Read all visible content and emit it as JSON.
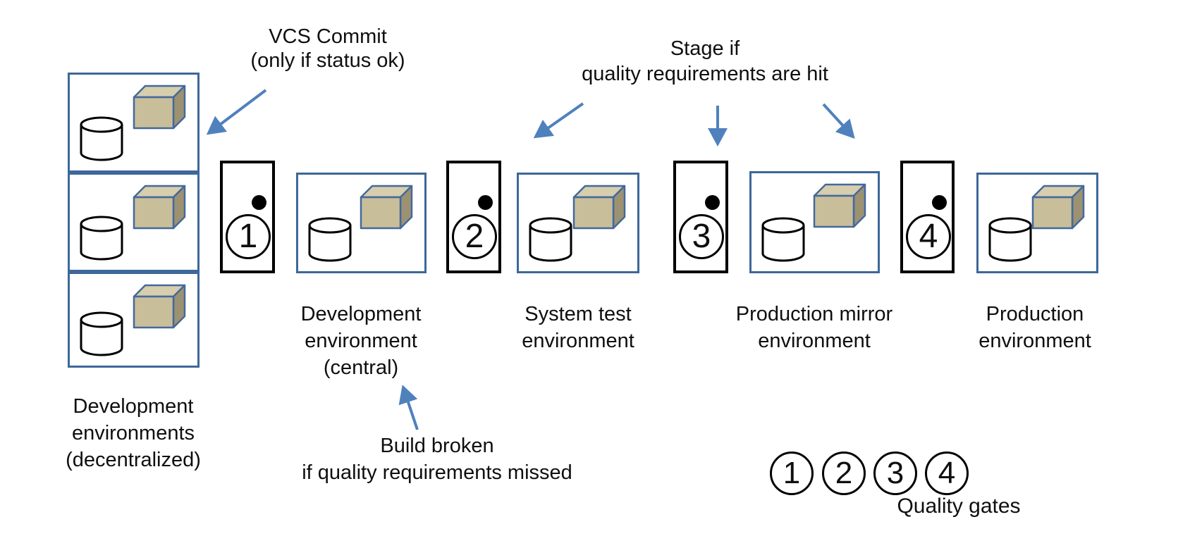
{
  "colors": {
    "diagram-blue": "#3D6899",
    "arrow-blue": "#4F81BD",
    "line-black": "#000000",
    "cube-front": "#C8BE99",
    "cube-top": "#D6CEAC",
    "cube-side": "#9C9272",
    "cube-edge": "#44699D",
    "text-black": "#0F0F0F"
  },
  "annotations": {
    "vcs": [
      "VCS Commit",
      "(only if status ok)"
    ],
    "stage": [
      "Stage if",
      "quality requirements are hit"
    ],
    "build_broken": [
      "Build broken",
      "if quality requirements missed"
    ]
  },
  "environments": {
    "decentralized": {
      "lines": [
        "Development",
        "environments",
        "(decentralized)"
      ]
    },
    "central": {
      "lines": [
        "Development",
        "environment",
        "(central)"
      ]
    },
    "system_test": {
      "lines": [
        "System test",
        "environment"
      ]
    },
    "production_mirror": {
      "lines": [
        "Production mirror",
        "environment"
      ]
    },
    "production": {
      "lines": [
        "Production",
        "environment"
      ]
    }
  },
  "gates": [
    "1",
    "2",
    "3",
    "4"
  ],
  "legend": {
    "numbers": [
      "1",
      "2",
      "3",
      "4"
    ],
    "label": "Quality gates"
  }
}
